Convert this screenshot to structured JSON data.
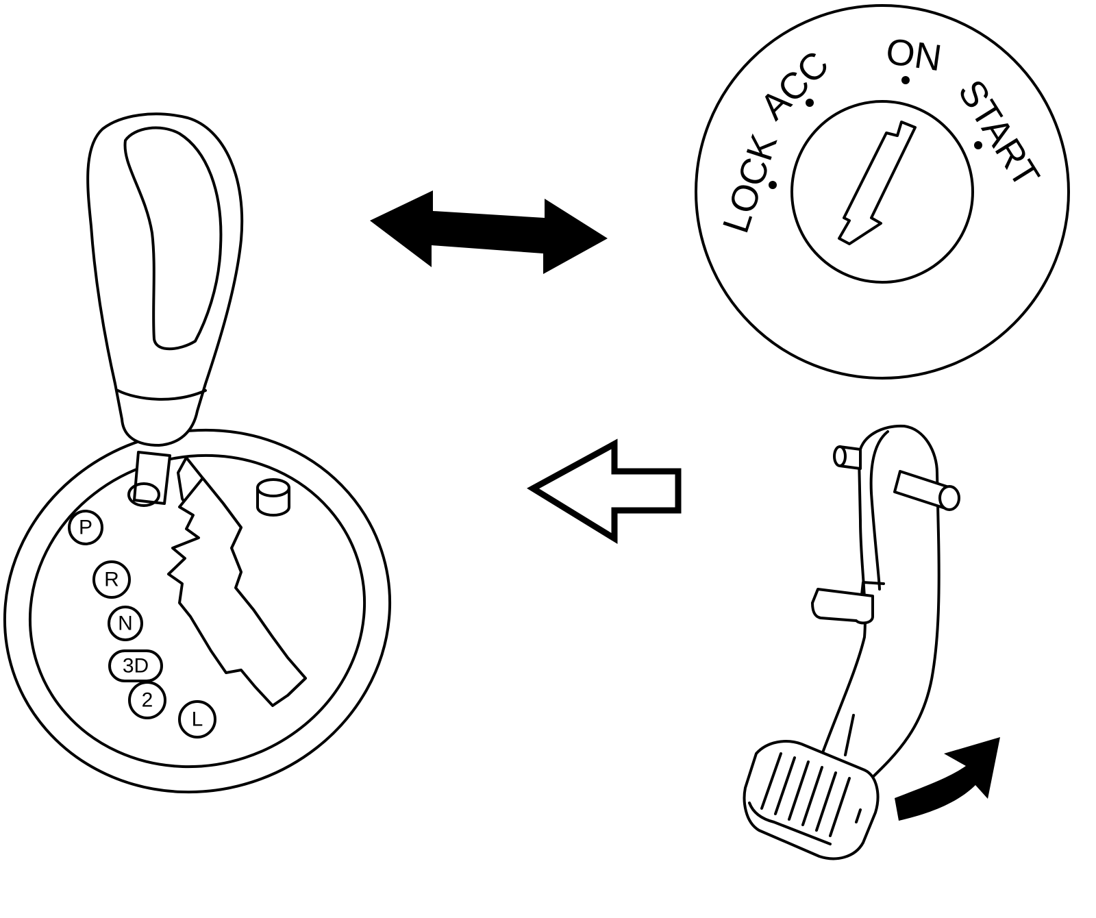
{
  "ignition_switch": {
    "positions": {
      "lock": "LOCK",
      "acc": "ACC",
      "on": "ON",
      "start": "START"
    }
  },
  "shift_gate": {
    "gears": {
      "p": "P",
      "r": "R",
      "n": "N",
      "d3": "3D",
      "g2": "2",
      "l": "L"
    }
  },
  "colors": {
    "line": "#000000",
    "background": "#ffffff"
  },
  "icons": [
    "double-headed-arrow-icon",
    "hollow-left-arrow-icon",
    "curved-press-arrow-icon"
  ]
}
